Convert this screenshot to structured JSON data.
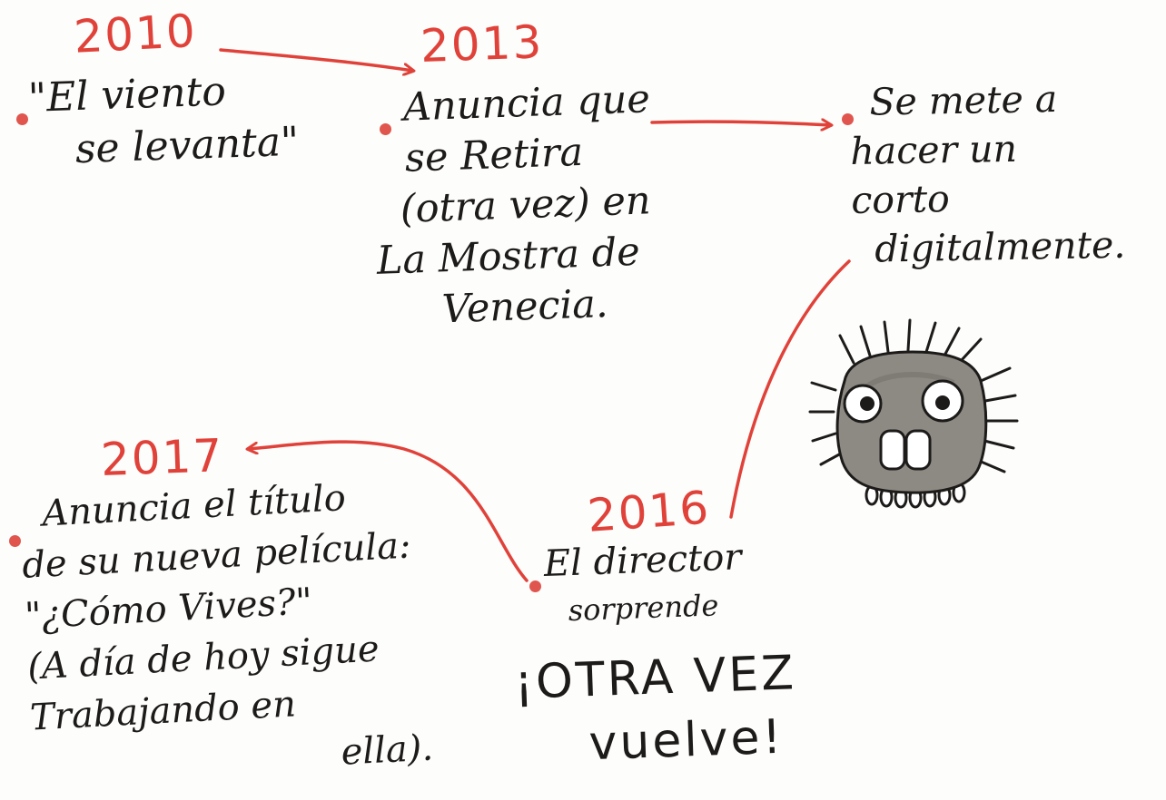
{
  "events": [
    {
      "id": "2010",
      "year": "2010",
      "lines": [
        "\"El viento",
        "se levanta\""
      ]
    },
    {
      "id": "2013",
      "year": "2013",
      "lines": [
        "Anuncia que",
        "se Retira",
        "(otra vez) en",
        "La Mostra de",
        "Venecia."
      ]
    },
    {
      "id": "digital",
      "year": "",
      "lines": [
        "Se mete a",
        "hacer un",
        "corto",
        "digitalmente."
      ]
    },
    {
      "id": "2016",
      "year": "2016",
      "lines": [
        "El director",
        "sorprende",
        "¡OTRA VEZ",
        "vuelve!"
      ]
    },
    {
      "id": "2017",
      "year": "2017",
      "lines": [
        "Anuncia el título",
        "de su nueva película:",
        "\"¿Cómo Vives?\"",
        "(A día de hoy sigue",
        "Trabajando en",
        "ella)."
      ]
    }
  ],
  "colors": {
    "accent": "#e0423a",
    "ink": "#1d1a1a",
    "creature_body": "#8c8a82"
  },
  "illustration": {
    "icon": "soot-creature-icon"
  }
}
